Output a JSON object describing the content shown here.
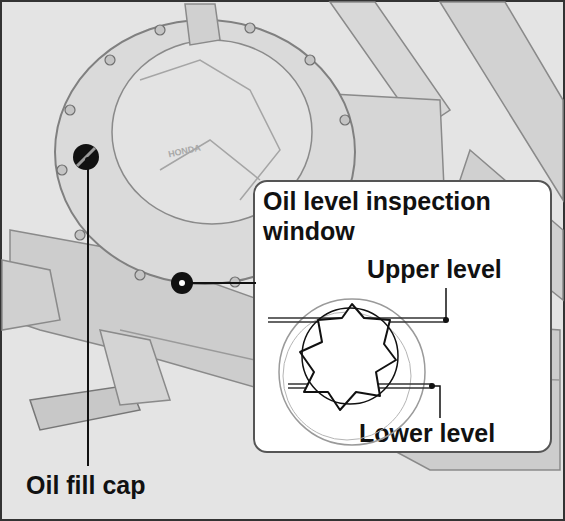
{
  "diagram": {
    "nodes": [
      {
        "text": [
          "Oil level inspection window",
          "Upper level",
          "Lower level"
        ]
      }
    ],
    "labels": [
      "Oil fill cap",
      "HONDA"
    ]
  }
}
